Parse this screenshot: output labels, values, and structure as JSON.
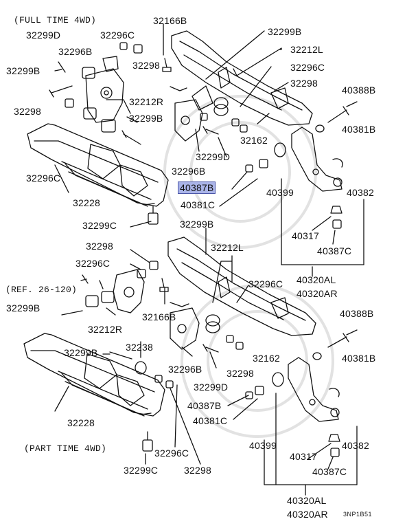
{
  "colors": {
    "line": "#111111",
    "highlight_fill": "#aab4e8",
    "highlight_border": "#4b56a8",
    "watermark": "#e2e2e2"
  },
  "diagram": {
    "headings": {
      "full_time": "(FULL TIME 4WD)",
      "part_time": "(PART TIME 4WD)",
      "ref": "(REF. 26-120)"
    },
    "image_code": "3NP1B51",
    "highlighted_part": "40387B",
    "top": {
      "p32166B": "32166B",
      "p32299D": "32299D",
      "p32296C_a": "32296C",
      "p32299B_a": "32299B",
      "p32296B_a": "32296B",
      "p32212L": "32212L",
      "p32299B_left": "32299B",
      "p32296C_b": "32296C",
      "p32298_a": "32298",
      "p32298_b": "32298",
      "p32298_left": "32298",
      "p32212R": "32212R",
      "p40388B": "40388B",
      "p32299B_mid": "32299B",
      "p40381B": "40381B",
      "p32162": "32162",
      "p32299D_b": "32299D",
      "p32296C_left": "32296C",
      "p32296B_b": "32296B",
      "p40387B": "40387B",
      "p40399": "40399",
      "p40382": "40382",
      "p32228": "32228",
      "p40381C": "40381C",
      "p40317": "40317",
      "p40387C": "40387C",
      "p32299C": "32299C",
      "p40320AL": "40320AL",
      "p40320AR": "40320AR"
    },
    "bottom": {
      "p32299B_a": "32299B",
      "p32298_a": "32298",
      "p32212L": "32212L",
      "p32296C_a": "32296C",
      "p32296C_b": "32296C",
      "p32299B_left": "32299B",
      "p32166B": "32166B",
      "p40388B": "40388B",
      "p32212R": "32212R",
      "p32238": "32238",
      "p32299B_b": "32299B",
      "p32162": "32162",
      "p40381B": "40381B",
      "p32296B": "32296B",
      "p32298_b": "32298",
      "p32299D": "32299D",
      "p40387B": "40387B",
      "p32228": "32228",
      "p40381C": "40381C",
      "p40399": "40399",
      "p40382": "40382",
      "p32296C_c": "32296C",
      "p40317": "40317",
      "p40387C": "40387C",
      "p32299C": "32299C",
      "p32298_c": "32298",
      "p40320AL": "40320AL",
      "p40320AR": "40320AR"
    }
  }
}
